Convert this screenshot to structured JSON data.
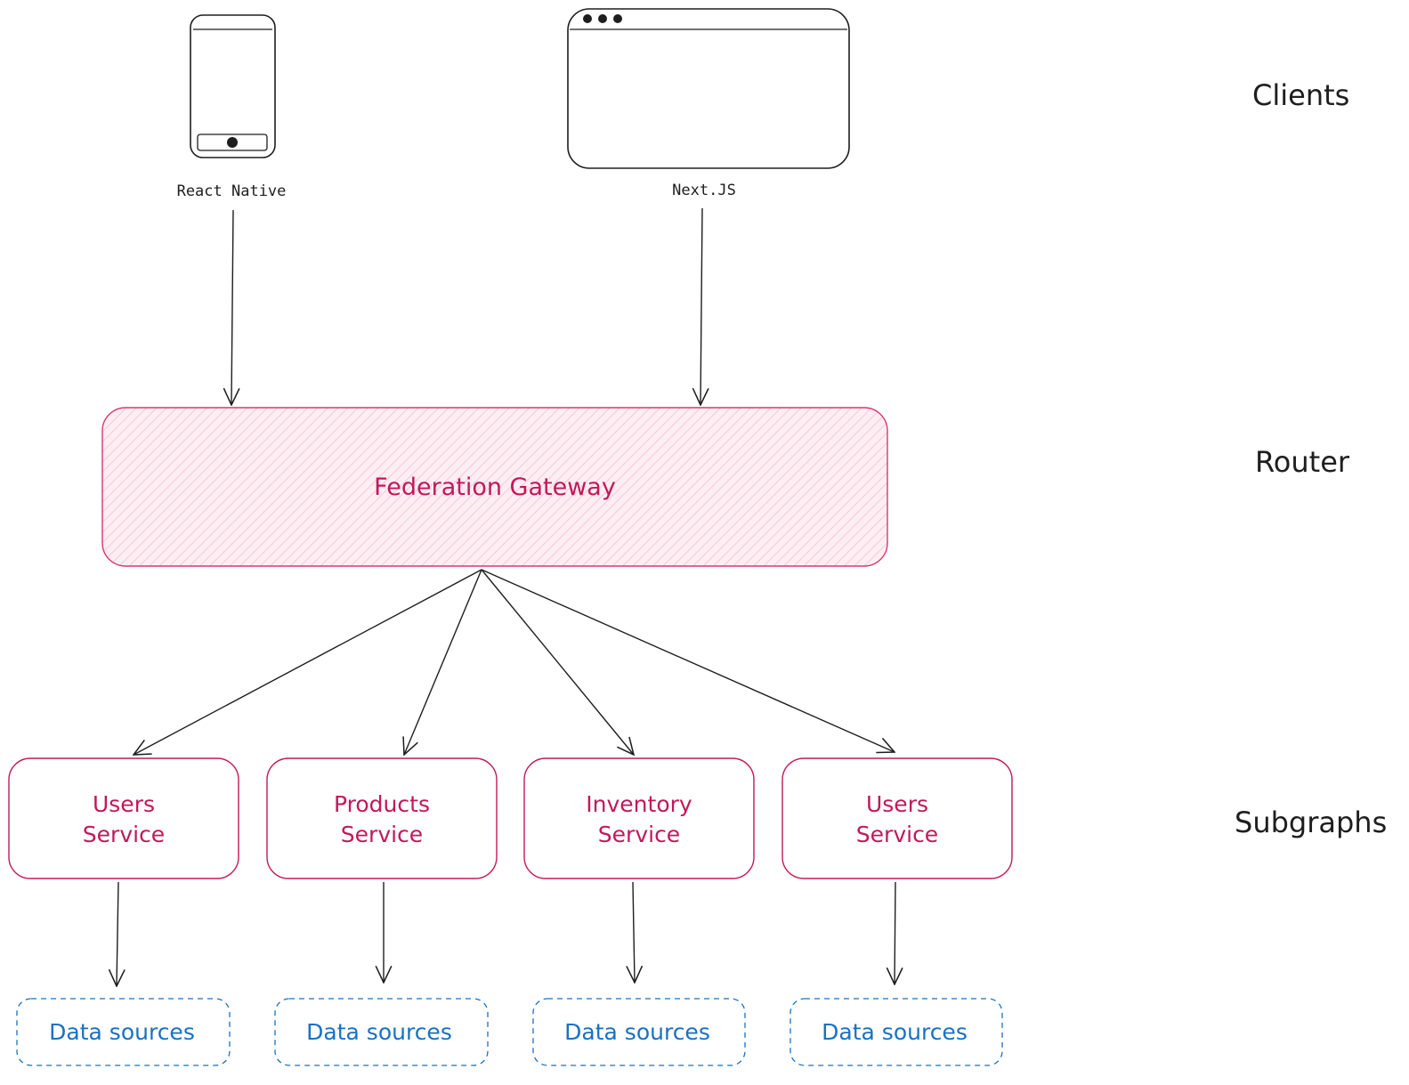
{
  "layers": {
    "clients": "Clients",
    "router": "Router",
    "subgraphs": "Subgraphs"
  },
  "clients": [
    {
      "label": "React Native",
      "icon": "mobile-phone-icon"
    },
    {
      "label": "Next.JS",
      "icon": "browser-window-icon"
    }
  ],
  "gateway": {
    "label": "Federation Gateway"
  },
  "services": [
    {
      "line1": "Users",
      "line2": "Service"
    },
    {
      "line1": "Products",
      "line2": "Service"
    },
    {
      "line1": "Inventory",
      "line2": "Service"
    },
    {
      "line1": "Users",
      "line2": "Service"
    }
  ],
  "data_sources": [
    {
      "label": "Data sources"
    },
    {
      "label": "Data sources"
    },
    {
      "label": "Data sources"
    },
    {
      "label": "Data sources"
    }
  ],
  "colors": {
    "service_accent": "#c2185b",
    "data_source_accent": "#1971c2",
    "gateway_fill": "#fde7ee",
    "stroke": "#1e1e1e"
  }
}
